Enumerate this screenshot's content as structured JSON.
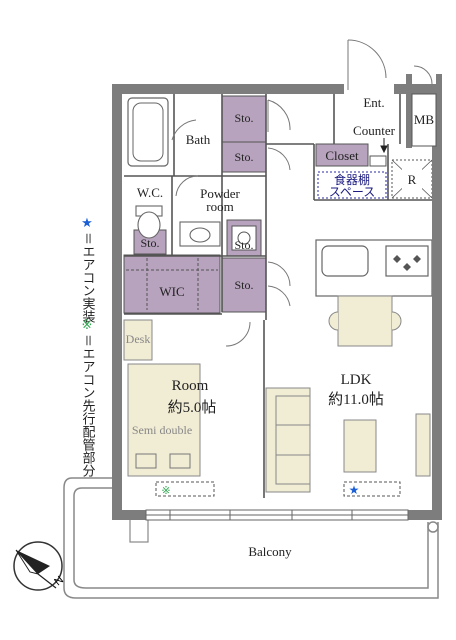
{
  "rooms": {
    "bath": "Bath",
    "sto1": "Sto.",
    "sto2": "Sto.",
    "sto3": "Sto.",
    "sto4": "Sto.",
    "sto5": "Sto.",
    "ent": "Ent.",
    "counter": "Counter",
    "mb": "MB",
    "closet": "Closet",
    "shokki1": "食器棚",
    "shokki2": "スペース",
    "r": "R",
    "wc": "W.C.",
    "powder1": "Powder",
    "powder2": "room",
    "wic": "WIC",
    "desk": "Desk",
    "room_name": "Room",
    "room_size": "約5.0帖",
    "semi_double": "Semi double",
    "ldk_name": "LDK",
    "ldk_size": "約11.0帖",
    "balcony": "Balcony"
  },
  "legend": {
    "star_symbol": "★",
    "star_text": "＝エアコン実装",
    "kome_symbol": "※",
    "kome_text": "＝エアコン先行配管部分",
    "star_color": "#1a5fd6",
    "kome_color": "#2fa84f"
  },
  "compass": {
    "letter": "N"
  },
  "colors": {
    "wall": "#7d7d7d",
    "storage": "#b7a3bd",
    "furniture": "#f1ecd4"
  }
}
